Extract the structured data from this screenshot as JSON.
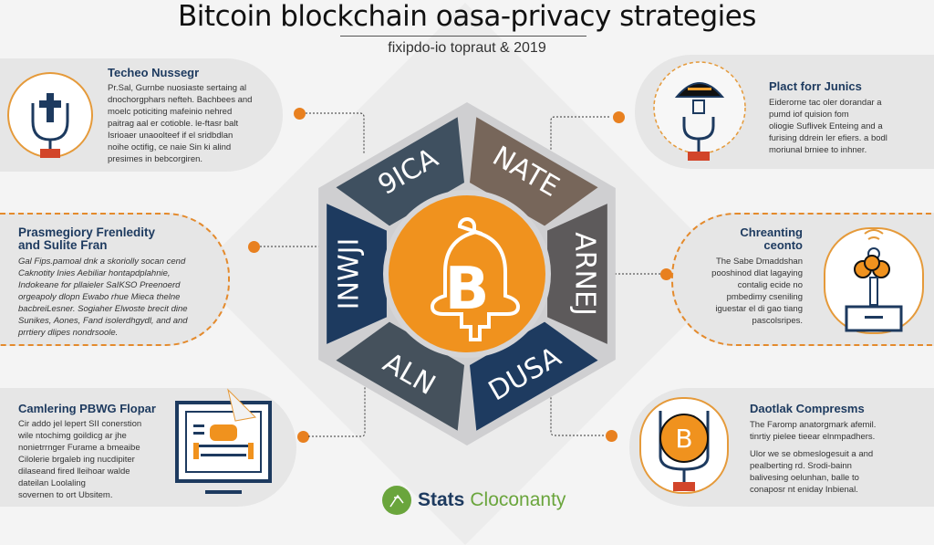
{
  "header": {
    "title": "Bitcoin blockchain oasa-privacy strategies",
    "subtitle": "fixipdo-io topraut & 2019"
  },
  "cards": [
    {
      "title": "Techeo Nussegr",
      "body": [
        "Pr.Sal, Gurnbe nuosiaste sertaing al",
        "dnochorgphars nefteh. Bachbees and",
        "moelc poticiting mafeinio nehred",
        "paitrag aal er cotioble. le-ftasr balt",
        "Isrioaer unaoolteef if el sridbdlan",
        "noihe octifig, ce naie Sin ki alind",
        "presimes in bebcorgiren."
      ],
      "icon": "medical-cross-microphone-icon"
    },
    {
      "title": "Prasmegiory Frenledity\nand Sulite Fran",
      "body": [
        "Gal Fips.pamoal dnk a skoriolly socan cend",
        "Caknotity Inies Aebiliar hontapdplahnie,",
        "Indokeane for pllaieler SaIKSO Preenoerd",
        "orgeapoly dlopn Ewabo rhue Mieca thelne",
        "bacbreiLesner. Sogiaher Elwoste brecit dine",
        "Sunikes, Aones, Fand isolerdhgydl, and and",
        "prrtiery dlipes nondrsoole."
      ],
      "icon": ""
    },
    {
      "title": "Camlering PBWG Flopar",
      "body": [
        "Cir addo jel lepert SII conerstion",
        "wile ntochimg goildicg ar jhe",
        "nonietrrnger Furame a bmeaibe",
        "Cilolerie brgaleb ing nucdipiter",
        "dilaseand fired lleihoar walde",
        "dateilan Loolaling",
        "sovernen to ort Ubsitem."
      ],
      "icon": "computer-monitor-icon"
    },
    {
      "title": "Plact forr Junics",
      "body": [
        "Eiderorne tac oler dorandar a",
        "pumd iof quision fom",
        "oliogie Suflivek Enteing and a",
        "furising ddrein ler efiers. a bodl",
        "moriunal brniee to inhner."
      ],
      "icon": "router-microphone-icon"
    },
    {
      "title": "Chreanting\nceonto",
      "body": [
        "The Sabe Dmaddshan",
        "pooshinod dlat lagaying",
        "contalig ecide no",
        "pmbedimy cseniling",
        "iguestar el di gao tiang",
        "pascolsripes."
      ],
      "icon": "wireless-lock-device-icon"
    },
    {
      "title": "Daotlak Compresms",
      "body": [
        "The Faromp anatorgmark afemil.",
        "tinrtiy pielee tieear elnmpadhers.",
        "",
        "Ulor we se obmeslogesuit a and",
        "pealberting rd. Srodi-bainn",
        "balivesing oelunhan, balle to",
        "conaposr nt eniday Inbienal."
      ],
      "icon": "bitcoin-coin-microphone-icon"
    }
  ],
  "hexagon": {
    "center_icon": "bitcoin-bell-icon",
    "segments": [
      {
        "label": "9ICA",
        "color": "#3f5060"
      },
      {
        "label": "NATE",
        "color": "#77665a"
      },
      {
        "label": "ARNEJ",
        "color": "#5d5a5b"
      },
      {
        "label": "DUSA",
        "color": "#1e3b60"
      },
      {
        "label": "ALN",
        "color": "#45515c"
      },
      {
        "label": "INWJI",
        "color": "#1d3a5f"
      }
    ],
    "center_color": "#f0921e"
  },
  "footer": {
    "brand_bold": "Stats",
    "brand_light": "Cloconanty",
    "logo_icon": "stats-leaf-logo-icon"
  },
  "colors": {
    "accent": "#e8801f",
    "navy": "#1d3a5f",
    "green": "#6aa53c"
  }
}
